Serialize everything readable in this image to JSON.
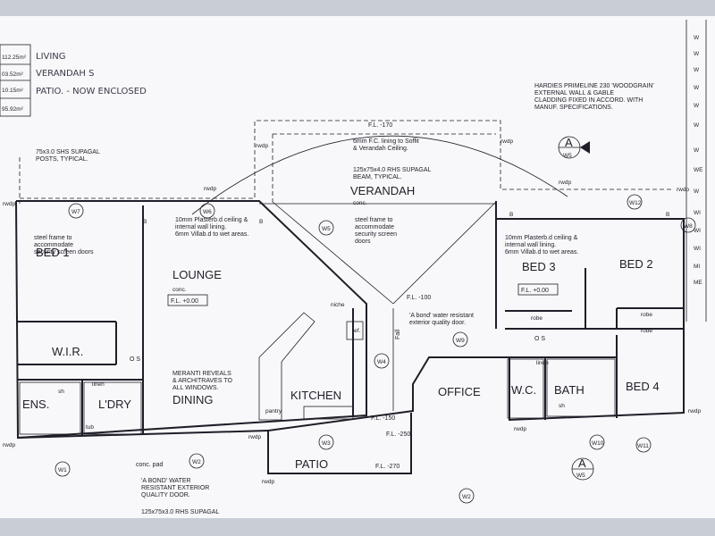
{
  "areas": [
    {
      "value": "112.25m²",
      "label": "LIVING"
    },
    {
      "value": "03.52m²",
      "label": "VERANDAH S"
    },
    {
      "value": "10.15m²",
      "label": "PATIO. - NOW ENCLOSED"
    },
    {
      "value": "95.92m²",
      "label": ""
    }
  ],
  "rooms": {
    "bed1": "BED 1",
    "wir": "W.I.R.",
    "lounge": "LOUNGE",
    "ens": "ENS.",
    "ldry": "L'DRY",
    "dining": "DINING",
    "kitchen": "KITCHEN",
    "pantry": "pantry",
    "verandah": "VERANDAH",
    "office": "OFFICE",
    "bed3": "BED 3",
    "bed2": "BED 2",
    "wc": "W.C.",
    "bath": "BATH",
    "bed4": "BED 4",
    "patio": "PATIO",
    "linen1": "linen",
    "linen2": "linen",
    "robe1": "robe",
    "robe2": "robe",
    "robe3": "robe",
    "tub": "tub",
    "ref": "ref.",
    "niche": "niche",
    "sh1": "sh",
    "sh2": "sh",
    "conc": "conc."
  },
  "notes": {
    "hardies": [
      "HARDIES PRIMELINE 230 'WOODGRAIN'",
      "EXTERNAL WALL & GABLE",
      "CLADDING FIXED IN ACCORD. WITH",
      "MANUF. SPECIFICATIONS."
    ],
    "posts": [
      "75x3.0 SHS SUPAGAL",
      "POSTS, TYPICAL."
    ],
    "soffit": [
      "6mm F.C. lining to Soffit",
      "& Verandah Ceiling."
    ],
    "beam": [
      "125x75x4.0 RHS SUPAGAL",
      "BEAM, TYPICAL."
    ],
    "steel_left": [
      "steel frame to",
      "accommodate",
      "security screen doors"
    ],
    "steel_mid": [
      "steel frame to",
      "accommodate",
      "security screen",
      "doors"
    ],
    "plaster_left": [
      "10mm Plasterb.d ceiling &",
      "internal wall lining.",
      "6mm Villab.d to wet areas."
    ],
    "plaster_right": [
      "10mm Plasterb.d ceiling &",
      "internal wall lining.",
      "6mm Villab.d to wet areas."
    ],
    "meranti": [
      "MERANTI REVEALS",
      "& ARCHITRAVES TO",
      "ALL WINDOWS."
    ],
    "abond_front": [
      "'A bond' water resistant",
      "exterior quality door."
    ],
    "abond_patio": [
      "'A BOND' WATER",
      "RESISTANT EXTERIOR",
      "QUALITY DOOR."
    ],
    "beam_bottom": "125x75x3.0 RHS SUPAGAL",
    "conc_pad": "conc. pad",
    "verandah_conc": "conc.",
    "lounge_conc": "conc."
  },
  "levels": {
    "fl170": "F.L. -170",
    "fl100": "F.L. -100",
    "fl150": "F.L. -150",
    "fl250": "F.L. -250",
    "fl270": "F.L. -270",
    "fl0_lounge": "F.L. +0.00",
    "fl0_bed3": "F.L. +0.00",
    "fall": "Fall"
  },
  "section": {
    "letter": "A",
    "sheet": "W5"
  },
  "windows": [
    "W7",
    "W6",
    "W5",
    "W12",
    "W9",
    "W8",
    "W4",
    "W10",
    "W1",
    "W2",
    "W3",
    "W11",
    "W2"
  ],
  "markers": {
    "rwdp": "rwdp",
    "os": "O S",
    "b": "B"
  },
  "side_list": [
    "W",
    "W",
    "W",
    "W",
    "W",
    "W",
    "W",
    "WE",
    "W",
    "WI",
    "WI",
    "WI",
    "MI",
    "ME"
  ]
}
